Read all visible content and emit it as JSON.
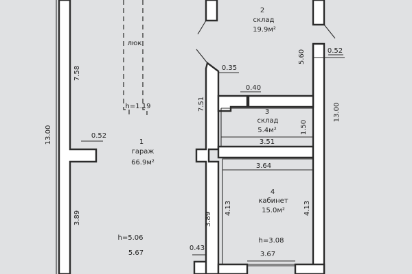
{
  "rooms": [
    {
      "number": "1",
      "name": "гараж",
      "area": "66.9м²"
    },
    {
      "number": "2",
      "name": "склад",
      "area": "19.9м²"
    },
    {
      "number": "3",
      "name": "склад",
      "area": "5.4м²"
    },
    {
      "number": "4",
      "name": "кабинет",
      "area": "15.0м²"
    }
  ],
  "hatch": {
    "label": "люк",
    "height": "h=1.19"
  },
  "dimensions": {
    "left_overall": "13.00",
    "right_overall": "13.00",
    "left_upper": "7.58",
    "left_lower": "3.89",
    "left_notch": "0.52",
    "garage_width": "5.67",
    "mid_upper": "7.51",
    "mid_lower": "3.89",
    "mid_notch": "0.43",
    "top_notch_depth": "0.35",
    "store3_notch": "0.40",
    "store3_height": "1.50",
    "store3_width": "3.51",
    "right_upper": "5.60",
    "right_notch": "0.52",
    "office_top": "3.64",
    "office_left": "4.13",
    "office_right": "4.13",
    "office_bottom": "3.67"
  },
  "heights": {
    "garage": "h=5.06",
    "office": "h=3.08"
  }
}
